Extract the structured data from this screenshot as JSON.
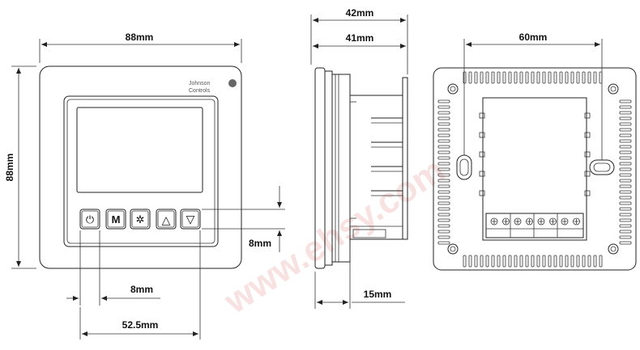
{
  "dimensions": {
    "front_width": "88mm",
    "front_height": "88mm",
    "side_depth_total": "42mm",
    "side_depth_body": "41mm",
    "back_hole_spacing": "60mm",
    "button_height": "8mm",
    "button_width": "8mm",
    "button_row_width": "52.5mm",
    "side_offset": "15mm"
  },
  "brand": {
    "line1": "Johnson",
    "line2": "Controls"
  },
  "buttons": [
    {
      "name": "power-button",
      "glyph": "⏻",
      "icon": "power-icon"
    },
    {
      "name": "mode-button",
      "glyph": "M",
      "icon": "mode-icon"
    },
    {
      "name": "fan-button",
      "glyph": "✲",
      "icon": "fan-icon"
    },
    {
      "name": "up-button",
      "glyph": "△",
      "icon": "up-arrow-icon"
    },
    {
      "name": "down-button",
      "glyph": "▽",
      "icon": "down-arrow-icon"
    }
  ],
  "watermark": "www.ehsy.com",
  "colors": {
    "line": "#222222",
    "watermark": "#f2c9c9"
  }
}
